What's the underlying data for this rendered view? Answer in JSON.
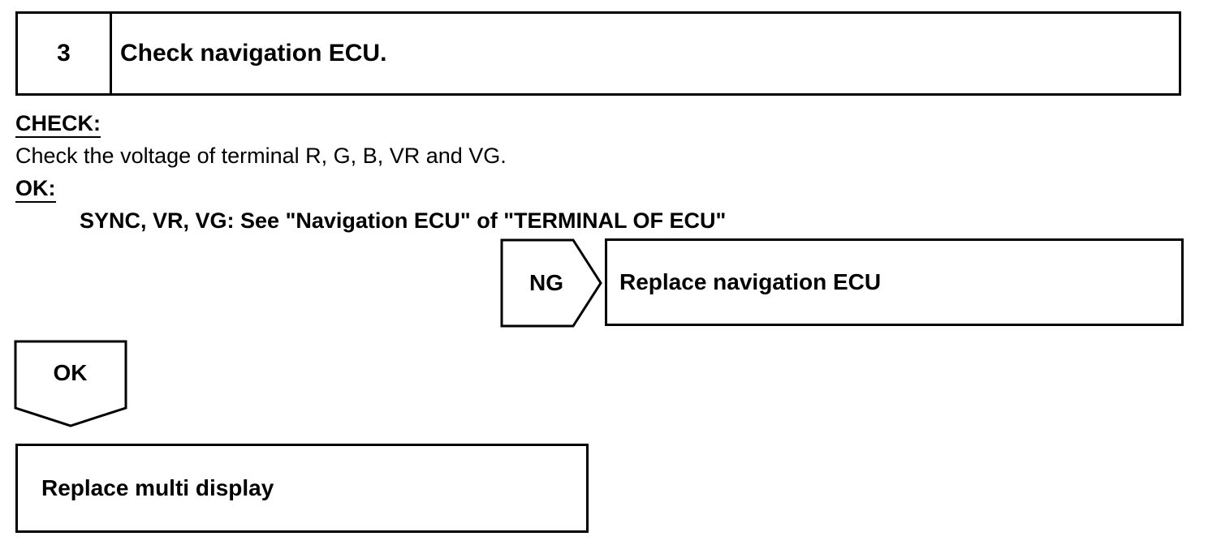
{
  "step": {
    "number": "3",
    "title": "Check navigation ECU."
  },
  "check": {
    "label": "CHECK:",
    "text": "Check the voltage of terminal R, G, B, VR and VG."
  },
  "ok": {
    "label": "OK:",
    "text": "SYNC, VR, VG: See \"Navigation ECU\" of \"TERMINAL OF ECU\""
  },
  "ng_branch": {
    "label": "NG",
    "action": "Replace navigation ECU"
  },
  "ok_branch": {
    "label": "OK",
    "action": "Replace multi display"
  }
}
